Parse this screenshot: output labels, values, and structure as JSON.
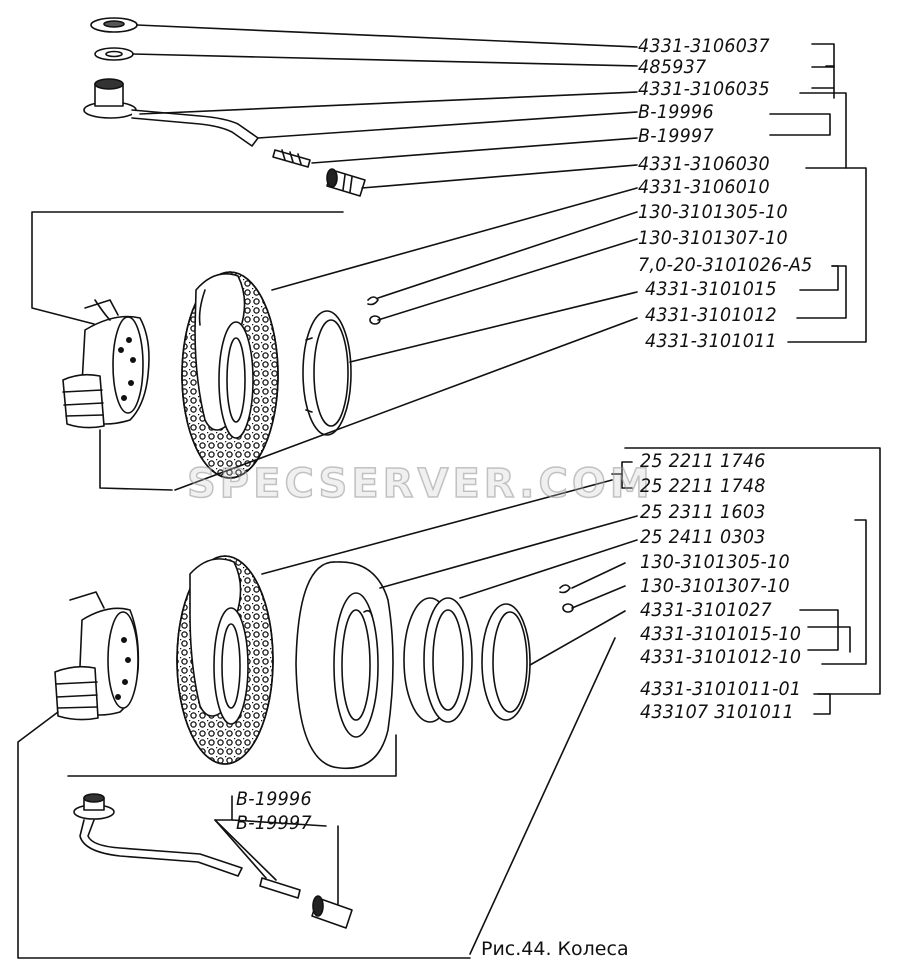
{
  "figure": {
    "caption": "Рис.44. Колеса",
    "watermark": "SPECSERVER.COM"
  },
  "top_assembly": {
    "labels": [
      "4331-3106037",
      "485937",
      "4331-3106035",
      "В-19996",
      "В-19997",
      "4331-3106030",
      "4331-3106010",
      "130-3101305-10",
      "130-3101307-10",
      "7,0-20-3101026-А5",
      "4331-3101015",
      "4331-3101012",
      "4331-3101011"
    ]
  },
  "bottom_assembly": {
    "labels": [
      "25 2211 1746",
      "25 2211 1748",
      "25 2311 1603",
      "25 2411 0303",
      "130-3101305-10",
      "130-3101307-10",
      "4331-3101027",
      "4331-3101015-10",
      "4331-3101012-10",
      "4331-3101011-01",
      "433107 3101011"
    ],
    "valve_labels": [
      "В-19996",
      "В-19997"
    ]
  }
}
